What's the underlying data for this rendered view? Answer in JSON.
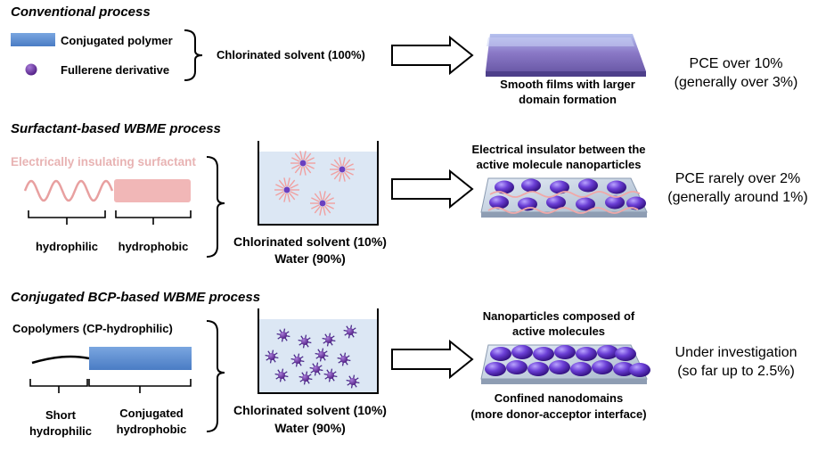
{
  "sections": [
    {
      "title": "Conventional process",
      "legend": [
        "Conjugated polymer",
        "Fullerene derivative"
      ],
      "solvent": [
        "Chlorinated solvent (100%)"
      ],
      "film_caption": [
        "Smooth films with larger",
        "domain formation"
      ],
      "pce": [
        "PCE over 10%",
        "(generally over 3%)"
      ]
    },
    {
      "title": "Surfactant-based WBME process",
      "surfactant_label": "Electrically insulating surfactant",
      "parts": [
        "hydrophilic",
        "hydrophobic"
      ],
      "solvent": [
        "Chlorinated solvent (10%)",
        "Water (90%)"
      ],
      "film_caption": [
        "Electrical insulator between the",
        "active molecule nanoparticles"
      ],
      "pce": [
        "PCE rarely over 2%",
        "(generally around 1%)"
      ]
    },
    {
      "title": "Conjugated BCP-based WBME process",
      "copolymer_label": "Copolymers (CP-hydrophilic)",
      "parts": [
        "Short",
        "hydrophilic",
        "Conjugated",
        "hydrophobic"
      ],
      "solvent": [
        "Chlorinated solvent (10%)",
        "Water (90%)"
      ],
      "film_caption_top": [
        "Nanoparticles composed of",
        "active molecules"
      ],
      "film_caption_bottom": [
        "Confined nanodomains",
        "(more donor-acceptor interface)"
      ],
      "pce": [
        "Under investigation",
        "(so far up to 2.5%)"
      ]
    }
  ],
  "colors": {
    "polymer": "#5b8fd4",
    "fullerene": "#6a2d9c",
    "surfactant": "#e8a0a0",
    "beaker_fill": "#dbe7f3",
    "film_top": "#9b8ad0"
  }
}
